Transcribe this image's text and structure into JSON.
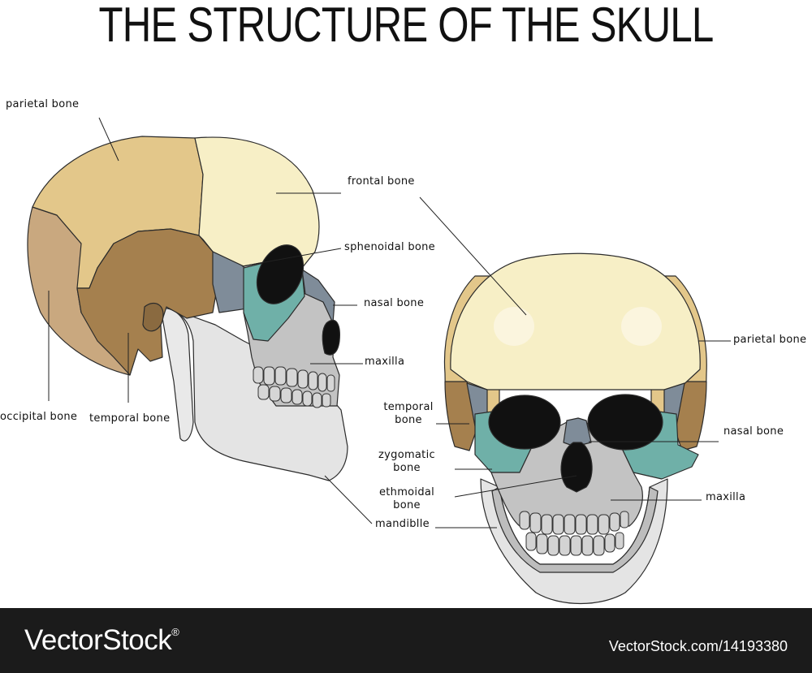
{
  "title": "THE STRUCTURE OF THE SKULL",
  "side_view": {
    "labels": {
      "parietal": "parietal bone",
      "frontal": "frontal bone",
      "sphenoidal": "sphenoidal  bone",
      "nasal": "nasal bone",
      "maxilla": "maxilla",
      "occipital": "occipital bone",
      "temporal": "temporal bone",
      "mandible": "mandiblle"
    }
  },
  "front_view": {
    "labels": {
      "parietal": "parietal  bone",
      "temporal": "temporal\nbone",
      "nasal": "nasal bone",
      "zygomatic": "zygomatic\nbone",
      "ethmoidal": "ethmoidal\nbone",
      "maxilla": "maxilla"
    }
  },
  "colors": {
    "frontal": "#f7efc6",
    "parietal": "#e3c78a",
    "occipital": "#c9a87f",
    "temporal": "#a5804e",
    "sphenoid": "#7f8c99",
    "zygomatic": "#6fb0a8",
    "maxilla": "#c3c3c3",
    "mandible": "#e4e4e4",
    "footer": "#1b1b1b"
  },
  "footer": {
    "brand": "VectorStock",
    "brand_mark": "®",
    "credit": "VectorStock.com/14193380"
  }
}
